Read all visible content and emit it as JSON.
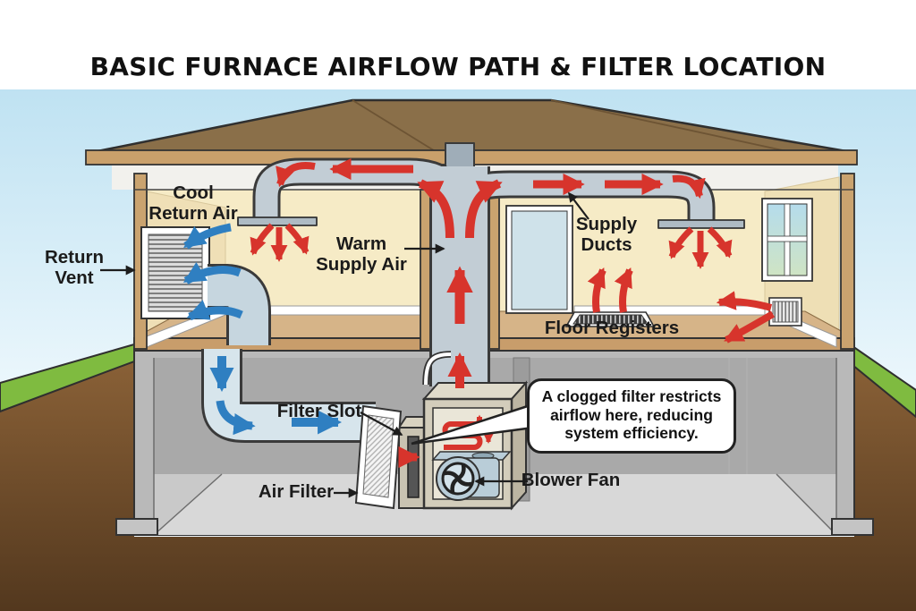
{
  "title": "BASIC FURNACE AIRFLOW PATH & FILTER LOCATION",
  "labels": {
    "cool_return_air": {
      "line1": "Cool",
      "line2": "Return Air"
    },
    "return_vent": {
      "line1": "Return",
      "line2": "Vent"
    },
    "warm_supply_air": {
      "line1": "Warm",
      "line2": "Supply Air"
    },
    "supply_ducts": {
      "line1": "Supply",
      "line2": "Ducts"
    },
    "floor_registers": "Floor Registers",
    "filter_slot": "Filter Slot",
    "air_filter": "Air Filter",
    "blower_fan": "Blower Fan"
  },
  "callout": {
    "line1": "A clogged filter restricts",
    "line2": "airflow here, reducing",
    "line3": "system efficiency."
  },
  "colors": {
    "supply_air_red": "#d7342c",
    "return_air_blue": "#2f7fc1",
    "supply_duct_gray": "#c2cdd5",
    "return_duct_blue_gray": "#d7e5ec",
    "wall_cream": "#f6ebc6",
    "wood_tan": "#caa36f",
    "roof_brown": "#8a6f49",
    "sky_blue": "#c7e5f2",
    "grass_green": "#7fbb40",
    "soil_brown": "#7a5633",
    "basement_gray": "#c9c9c9",
    "furnace_beige": "#d3cdbb"
  }
}
